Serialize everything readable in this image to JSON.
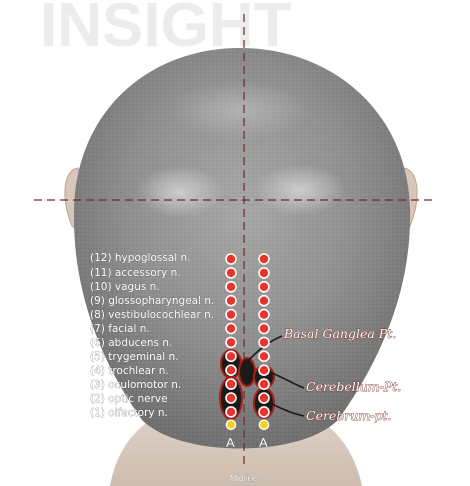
{
  "nerves": [
    {
      "num": "(12)",
      "name": "hypoglossal n."
    },
    {
      "num": "(11)",
      "name": "accessory n."
    },
    {
      "num": "(10)",
      "name": "vagus n."
    },
    {
      "num": "(9)",
      "name": "glossopharyngeal n."
    },
    {
      "num": "(8)",
      "name": "vestibulocochlear n."
    },
    {
      "num": "(7)",
      "name": "facial n."
    },
    {
      "num": "(6)",
      "name": "abducens n."
    },
    {
      "num": "(5)",
      "name": "trygeminal n."
    },
    {
      "num": "(4)",
      "name": "trochlear n."
    },
    {
      "num": "(3)",
      "name": "oculomotor n."
    },
    {
      "num": "(2)",
      "name": "optic nerve"
    },
    {
      "num": "(1)",
      "name": "olfactory n."
    }
  ],
  "points": {
    "basal_ganglia": "Basal Ganglea Pt.",
    "cerebellum": "Cerebellum-Pt.",
    "cerebrum": "Cerebrum-pt."
  },
  "column_labels": [
    "A",
    "A"
  ],
  "midline_label": "Midline",
  "colors": {
    "dot_fill": "#e8342c",
    "dot_border": "#ffffff",
    "zone_outline": "#a3201b",
    "zone_fill": "#1a1a1a",
    "yellow_dot": "#f2d31a",
    "dash_line": "#6e2c28"
  }
}
